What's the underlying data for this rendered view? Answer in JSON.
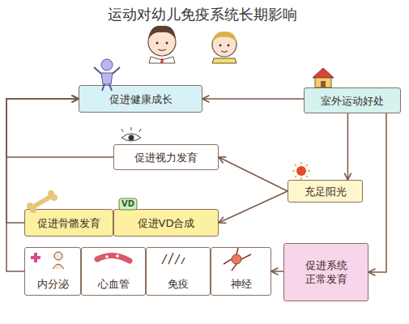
{
  "diagram": {
    "title": "运动对幼儿免疫系统长期影响",
    "nodes": [
      {
        "text": [
          "促进健康成长"
        ]
      },
      {
        "text": [
          "室外运动好处"
        ]
      },
      {
        "text": [
          "促进视力发育"
        ]
      },
      {
        "text": [
          "充足阳光"
        ]
      },
      {
        "text": [
          "促进骨骼发育"
        ]
      },
      {
        "text": [
          "促进VD合成"
        ]
      },
      {
        "text": [
          "内分泌"
        ]
      },
      {
        "text": [
          "心血管"
        ]
      },
      {
        "text": [
          "免疫"
        ]
      },
      {
        "text": [
          "神经"
        ]
      },
      {
        "text": [
          "促进系统正常发育"
        ]
      }
    ],
    "edges": [
      {
        "from": 1,
        "to": 0,
        "arrow": "to"
      },
      {
        "from": 1,
        "to": 3,
        "arrow": "to"
      },
      {
        "from": 1,
        "to": 10,
        "arrow": "to"
      },
      {
        "from": 3,
        "to": 2,
        "arrow": "to"
      },
      {
        "from": 3,
        "to": 5,
        "arrow": "to"
      },
      {
        "from": 10,
        "to": 9,
        "arrow": "to"
      },
      {
        "from": 2,
        "to": 0,
        "arrow": "to"
      },
      {
        "from": 4,
        "to": 0,
        "arrow": "to"
      },
      {
        "from": 6,
        "to": 0,
        "arrow": "to"
      }
    ],
    "labels": [
      "VD"
    ]
  }
}
